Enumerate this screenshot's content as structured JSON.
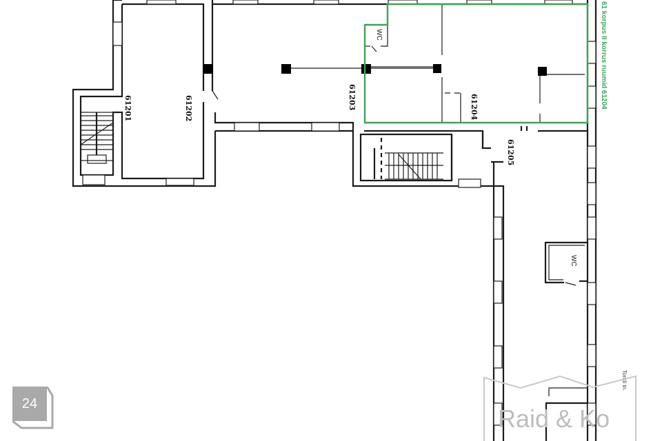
{
  "plan": {
    "rooms": [
      {
        "id": "61201",
        "label": "61201"
      },
      {
        "id": "61202",
        "label": "61202"
      },
      {
        "id": "61203",
        "label": "61203"
      },
      {
        "id": "61204",
        "label": "61204"
      },
      {
        "id": "61205",
        "label": "61205"
      }
    ],
    "wc_labels": [
      "WC",
      "WC"
    ],
    "highlight_note": "61 korpus II korrus ruumid 61204",
    "street_label": "Tondi tn.",
    "highlight_color": "#3aa655"
  },
  "badge": {
    "page_number": "24",
    "color": "#a9a9a9"
  },
  "watermark": {
    "text": "Raid & Ko",
    "color": "#bdbdbd"
  }
}
